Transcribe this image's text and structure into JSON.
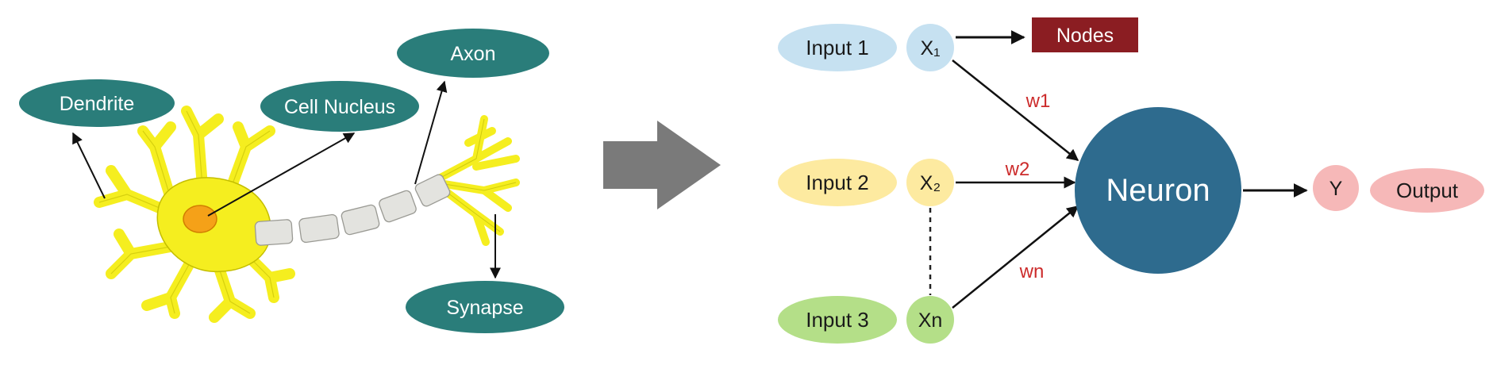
{
  "biological": {
    "labels": {
      "dendrite": "Dendrite",
      "cell_nucleus": "Cell Nucleus",
      "axon": "Axon",
      "synapse": "Synapse"
    }
  },
  "artificial": {
    "inputs": [
      {
        "label": "Input 1",
        "node": "X₁"
      },
      {
        "label": "Input 2",
        "node": "X₂"
      },
      {
        "label": "Input 3",
        "node": "Xn"
      }
    ],
    "nodes_label": "Nodes",
    "weights": [
      "w1",
      "w2",
      "wn"
    ],
    "neuron_label": "Neuron",
    "output_node": "Y",
    "output_label": "Output"
  },
  "colors": {
    "teal_label": "#2a7d7a",
    "neuron_body": "#f5ee1f",
    "nucleus": "#f5a118",
    "axon_segment": "#e3e3df",
    "big_arrow": "#7a7a7a",
    "input1": "#c6e1f1",
    "input2": "#fdeaa0",
    "input3": "#b4df88",
    "neuron": "#2e6b8e",
    "output": "#f6b8b8",
    "nodes_box": "#8b1d22",
    "weight_text": "#cc2b2b"
  }
}
